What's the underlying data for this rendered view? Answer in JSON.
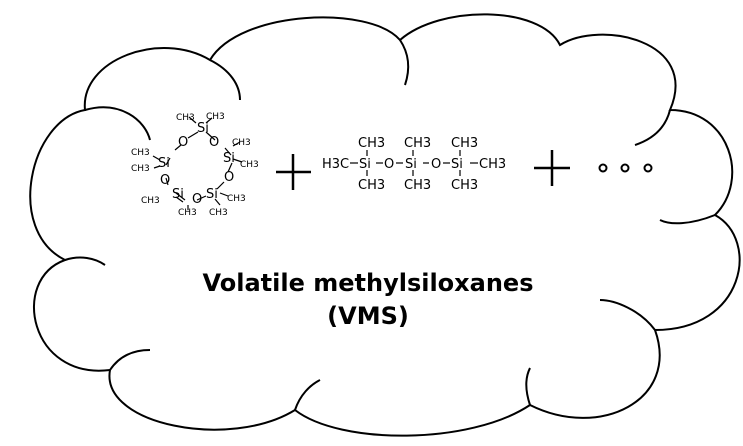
{
  "diagram": {
    "title_line1": "Volatile methylsiloxanes",
    "title_line2": "(VMS)",
    "plus_symbol": "+",
    "ellipsis": "• • •",
    "colors": {
      "stroke": "#000000",
      "background": "#ffffff"
    },
    "cyclic_molecule": {
      "atoms": {
        "si_top": "Si",
        "si_upper_right": "Si",
        "si_lower_right": "Si",
        "si_bottom_left": "Si",
        "si_left": "Si",
        "o1": "O",
        "o2": "O",
        "o3": "O",
        "o4": "O",
        "o5": "O"
      },
      "methyls": {
        "m1": "CH3",
        "m2": "CH3",
        "m3": "CH3",
        "m4": "CH3",
        "m5": "CH3",
        "m6": "CH3",
        "m7": "CH3",
        "m8": "CH3",
        "m9": "CH3",
        "m10": "CH3"
      }
    },
    "linear_molecule": {
      "left_group": "H3C",
      "si1": "Si",
      "o1": "O",
      "si2": "Si",
      "o2": "O",
      "si3": "Si",
      "right_group": "CH3",
      "top_methyls": [
        "CH3",
        "CH3",
        "CH3"
      ],
      "bottom_methyls": [
        "CH3",
        "CH3",
        "CH3"
      ]
    }
  }
}
